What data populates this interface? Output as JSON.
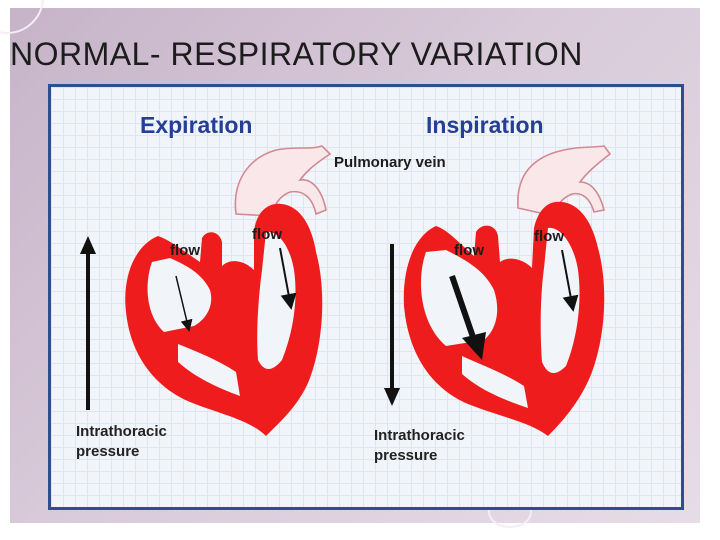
{
  "title": "NORMAL- RESPIRATORY VARIATION",
  "diagram": {
    "left_heading": "Expiration",
    "right_heading": "Inspiration",
    "vessel_label": "Pulmonary vein",
    "left_flow_label_1": "flow",
    "left_flow_label_2": "flow",
    "right_flow_label_1": "flow",
    "right_flow_label_2": "flow",
    "left_pressure_line1": "Intrathoracic",
    "left_pressure_line2": "pressure",
    "right_pressure_line1": "Intrathoracic",
    "right_pressure_line2": "pressure"
  },
  "colors": {
    "heart": "#ee1c1c",
    "heart_dark": "#c41010",
    "heading": "#243f93",
    "panel_border": "#2d4e92"
  }
}
